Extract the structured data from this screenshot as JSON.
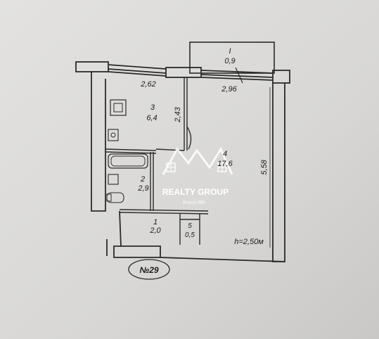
{
  "plan": {
    "balcony": {
      "number": "I",
      "area": "0,9"
    },
    "rooms": [
      {
        "id": "kitchen",
        "number": "3",
        "area": "6,4"
      },
      {
        "id": "living",
        "number": "4",
        "area": "17,6"
      },
      {
        "id": "bathroom",
        "number": "2",
        "area": "2,9"
      },
      {
        "id": "hallway",
        "number": "1",
        "area": "2,0"
      },
      {
        "id": "closet",
        "number": "5",
        "area": "0,5"
      }
    ],
    "dimensions": {
      "kitchen_width": "2,62",
      "living_width": "2,96",
      "kitchen_depth": "2,43",
      "living_depth": "5,58"
    },
    "ceiling_height": "h=2,50м",
    "apartment_number": "№29"
  },
  "watermark": {
    "brand": "REALTY GROUP",
    "city": "Kryvyi Rih"
  }
}
